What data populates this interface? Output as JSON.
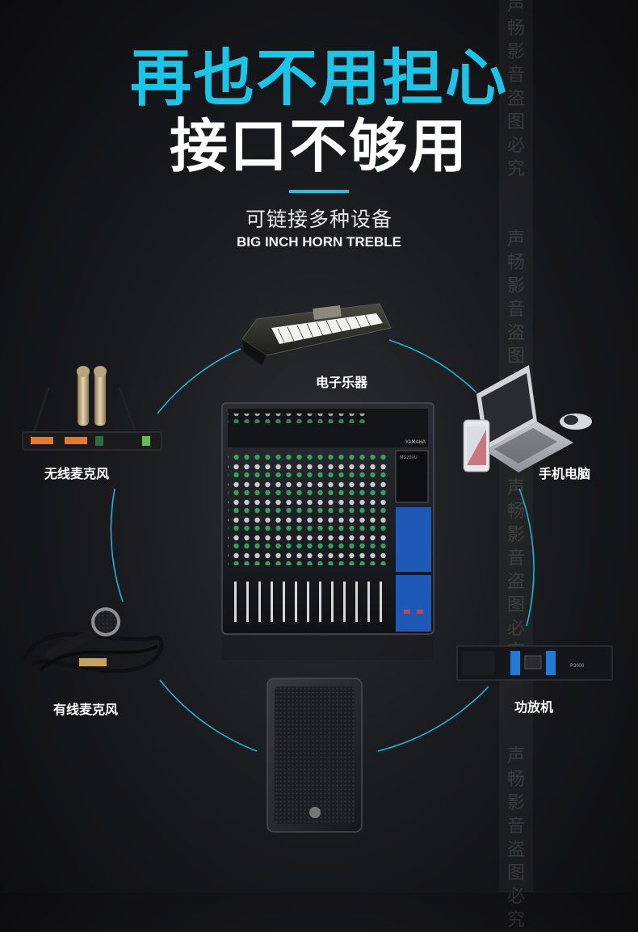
{
  "headline": {
    "line1": "再也不用担心",
    "line2": "接口不够用"
  },
  "subtitle": {
    "cn": "可链接多种设备",
    "en": "BIG INCH HORN TREBLE"
  },
  "devices": {
    "keyboard": "电子乐器",
    "wireless_mic": "无线麦克风",
    "laptop_phone": "手机电脑",
    "wired_mic": "有线麦克风",
    "amplifier": "功放机"
  },
  "mixer": {
    "brand": "YAMAHA",
    "model": "MG20XU"
  },
  "amplifier_badge": "P3000",
  "watermark": [
    "声畅影音",
    "盗图必究",
    "声畅影音",
    "盗图必究",
    "声畅影音",
    "盗图必究",
    "声畅影音",
    "盗图必究"
  ],
  "colors": {
    "accent": "#19c6e8",
    "background": "#1a1b1e"
  }
}
